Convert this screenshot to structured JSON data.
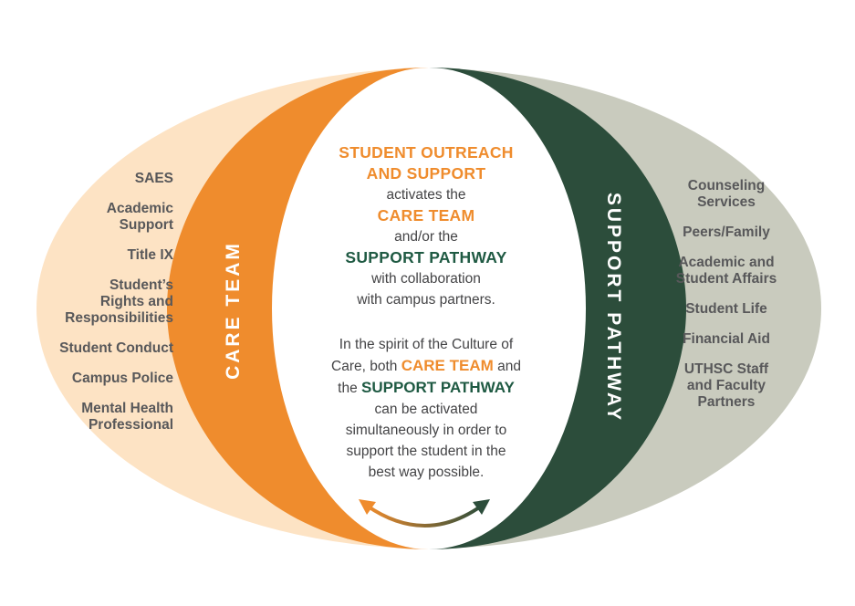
{
  "colors": {
    "left_fill": "#fde3c4",
    "care_team_band": "#ef8c2d",
    "support_pathway_band": "#2c4d3b",
    "right_fill": "#c9cbbe",
    "center_fill": "#ffffff",
    "text_gray": "#58585a",
    "text_orange": "#ef8c2d",
    "text_green": "#1f5a43"
  },
  "left_partners": [
    "SAES",
    "Academic\nSupport",
    "Title IX",
    "Student’s\nRights and\nResponsibilities",
    "Student Conduct",
    "Campus Police",
    "Mental Health\nProfessional"
  ],
  "right_partners": [
    "Counseling\nServices",
    "Peers/Family",
    "Academic and\nStudent Affairs",
    "Student Life",
    "Financial Aid",
    "UTHSC Staff\nand Faculty\nPartners"
  ],
  "care_team_label": "CARE TEAM",
  "support_pathway_label": "SUPPORT PATHWAY",
  "center": {
    "heading_line1": "STUDENT OUTREACH",
    "heading_line2": "AND SUPPORT",
    "activates": "activates the",
    "care_team": "CARE TEAM",
    "and_or": "and/or the",
    "support_pathway": "SUPPORT PATHWAY",
    "collab_line1": "with collaboration",
    "collab_line2": "with campus partners.",
    "spirit_line1": "In the spirit of the Culture of",
    "spirit_line2_a": "Care, both",
    "spirit_line2_b": "CARE TEAM",
    "spirit_line2_c": "and",
    "spirit_line3_a": "the",
    "spirit_line3_b": "SUPPORT PATHWAY",
    "spirit_line4": "can be activated",
    "spirit_line5": "simultaneously in order to",
    "spirit_line6": "support the student in the",
    "spirit_line7": "best way possible."
  },
  "icons": {
    "cycle_arrow": "double-headed-curved-arrow-icon"
  }
}
